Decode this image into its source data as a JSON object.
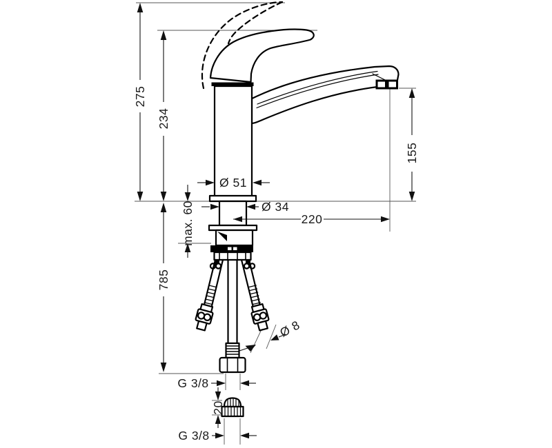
{
  "drawing": {
    "background": "#ffffff",
    "line_color": "#000000",
    "text_color": "#1a1a1a",
    "dimensions": {
      "overall_height": "275",
      "height_to_handle": "234",
      "outlet_height": "155",
      "body_diameter": "Ø 51",
      "shank_diameter": "Ø 34",
      "spout_reach": "220",
      "max_mounting_depth": "max. 60",
      "hose_length": "785",
      "hose_diameter": "Ø 8",
      "top_thread": "G 3/8",
      "check_valve_height": "20",
      "bottom_thread": "G 3/8"
    }
  }
}
